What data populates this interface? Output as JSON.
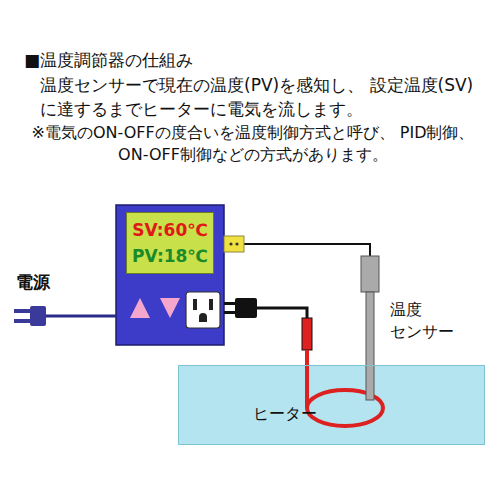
{
  "diagram": {
    "title": "■温度調節器の仕組み",
    "nodes": [
      {
        "text": [
          "SV:60℃",
          "PV:18℃"
        ]
      },
      {
        "text": [
          "ヒーター"
        ]
      }
    ],
    "labels": [
      "温度センサーで現在の温度(PV)を感知し、 設定温度(SV)に達するまでヒーターに電気を流します。",
      "※電気のON-OFFの度合いを温度制御方式と呼び、 PID制御、ON-OFF制御などの方式があります。",
      "電源",
      "温度 センサー"
    ]
  }
}
